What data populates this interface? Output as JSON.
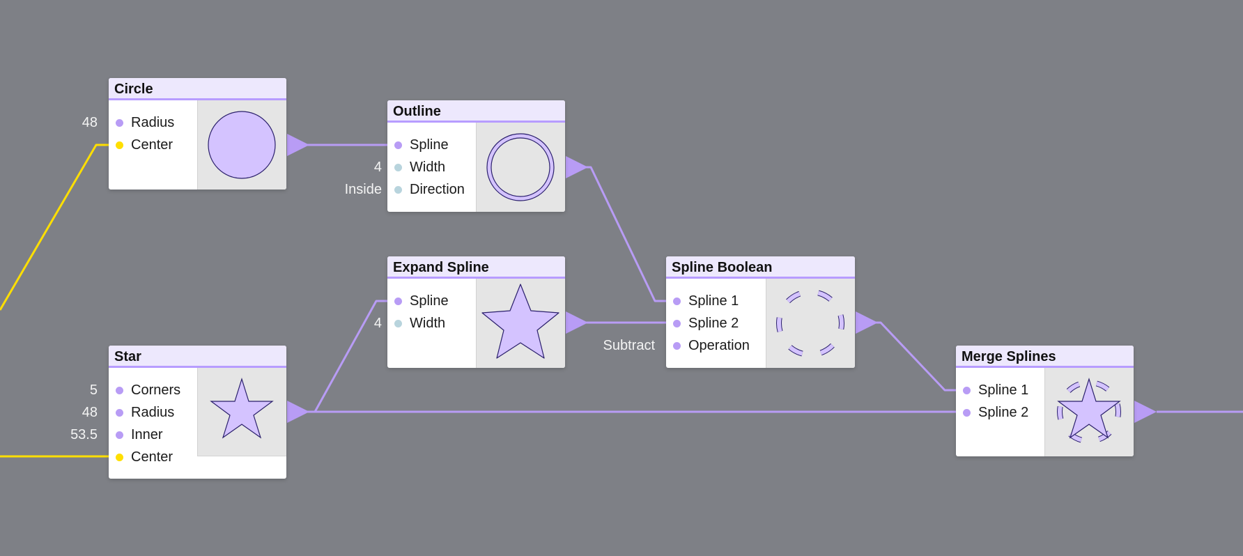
{
  "colors": {
    "canvas": "#7e8086",
    "spline_wire": "#b89cf5",
    "vector_wire": "#ffdf00",
    "number_port": "#b8d4dd",
    "header_bg": "#ede8fd",
    "header_border": "#b79cff",
    "shape_fill": "#d4c3ff",
    "shape_stroke": "#2a1f6b"
  },
  "nodes": {
    "circle": {
      "title": "Circle",
      "ports": [
        "Radius",
        "Center"
      ],
      "values": [
        "48",
        ""
      ],
      "preview_icon": "circle-preview-icon"
    },
    "outline": {
      "title": "Outline",
      "ports": [
        "Spline",
        "Width",
        "Direction"
      ],
      "values": [
        "",
        "4",
        "Inside"
      ],
      "preview_icon": "ring-preview-icon"
    },
    "expand_spline": {
      "title": "Expand Spline",
      "ports": [
        "Spline",
        "Width"
      ],
      "values": [
        "",
        "4"
      ],
      "preview_icon": "rounded-star-preview-icon"
    },
    "spline_boolean": {
      "title": "Spline Boolean",
      "ports": [
        "Spline 1",
        "Spline 2",
        "Operation"
      ],
      "values": [
        "",
        "",
        "Subtract"
      ],
      "preview_icon": "dashed-ring-preview-icon"
    },
    "star": {
      "title": "Star",
      "ports": [
        "Corners",
        "Radius",
        "Inner",
        "Center"
      ],
      "values": [
        "5",
        "48",
        "53.5",
        ""
      ],
      "preview_icon": "star-preview-icon"
    },
    "merge_splines": {
      "title": "Merge Splines",
      "ports": [
        "Spline 1",
        "Spline 2"
      ],
      "values": [
        "",
        ""
      ],
      "preview_icon": "star-in-ring-preview-icon"
    }
  }
}
